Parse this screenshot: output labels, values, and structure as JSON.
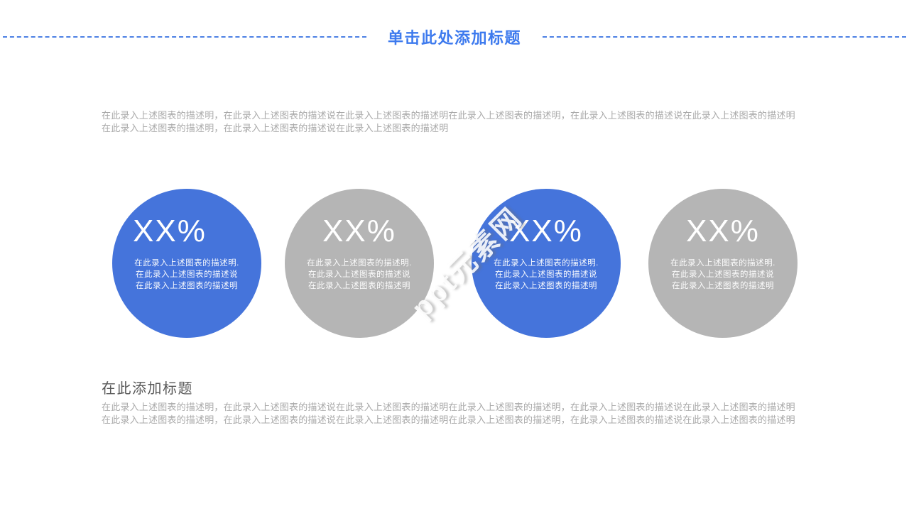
{
  "header": {
    "title": "单击此处添加标题"
  },
  "intro": {
    "line1": "在此录入上述图表的描述明，在此录入上述图表的描述说在此录入上述图表的描述明在此录入上述图表的描述明，在此录入上述图表的描述说在此录入上述图表的描述明",
    "line2": "在此录入上述图表的描述明，在此录入上述图表的描述说在此录入上述图表的描述明"
  },
  "stats": {
    "items": [
      {
        "value": "XX%",
        "color": "#4574DB",
        "desc1": "在此录入上述图表的描述明.",
        "desc2": "在此录入上述图表的描述说",
        "desc3": "在此录入上述图表的描述明"
      },
      {
        "value": "XX%",
        "color": "#B5B5B5",
        "desc1": "在此录入上述图表的描述明.",
        "desc2": "在此录入上述图表的描述说",
        "desc3": "在此录入上述图表的描述明"
      },
      {
        "value": "XX%",
        "color": "#4574DB",
        "desc1": "在此录入上述图表的描述明.",
        "desc2": "在此录入上述图表的描述说",
        "desc3": "在此录入上述图表的描述明"
      },
      {
        "value": "XX%",
        "color": "#B5B5B5",
        "desc1": "在此录入上述图表的描述明.",
        "desc2": "在此录入上述图表的描述说",
        "desc3": "在此录入上述图表的描述明"
      }
    ]
  },
  "section": {
    "heading": "在此添加标题",
    "line1": "在此录入上述图表的描述明，在此录入上述图表的描述说在此录入上述图表的描述明在此录入上述图表的描述明，在此录入上述图表的描述说在此录入上述图表的描述明",
    "line2": "在此录入上述图表的描述明，在此录入上述图表的描述说在此录入上述图表的描述明在此录入上述图表的描述明，在此录入上述图表的描述说在此录入上述图表的描述明"
  },
  "watermark": {
    "text": "ppt元素网"
  },
  "colors": {
    "accent_blue": "#4574DB",
    "circle_gray": "#B5B5B5",
    "title_blue": "#3D7AEE",
    "dash_blue": "#4C80E4",
    "body_text_gray": "#A9A9A9",
    "heading_gray": "#595959",
    "background": "#FFFFFF"
  }
}
